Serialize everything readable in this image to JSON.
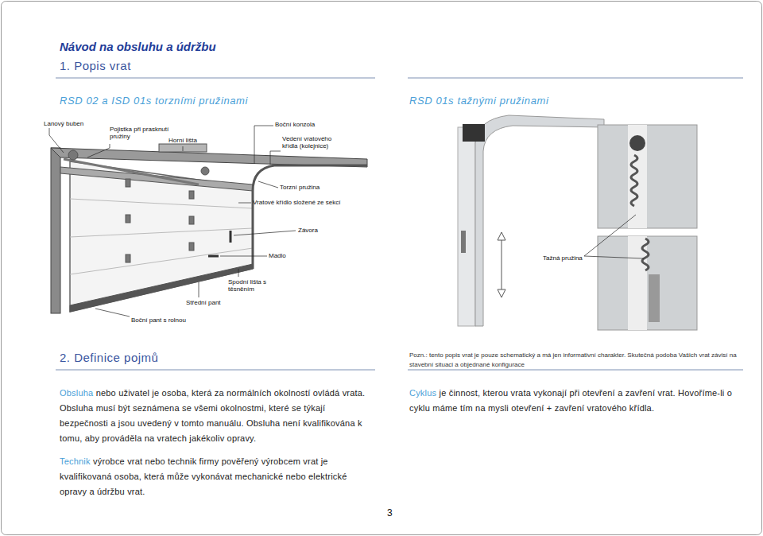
{
  "diagram": {
    "title": "Návod na obsluhu a údržbu",
    "labels": [
      "1. Popis vrat",
      "RSD 02 a ISD 01s torzními pružinami",
      "RSD 01s tažnými pružinami",
      "Lanový buben",
      "Pojistka při prasknutí pružiny",
      "Horní lišta",
      "Boční konzola",
      "Vedení vratového křídla (kolejnice)",
      "Torzní pružina",
      "Vratové křídlo složené ze sekcí",
      "Závora",
      "Madlo",
      "Spodní lišta s těsněním",
      "Střední pant",
      "Boční pant s rolnou",
      "Tažná pružina",
      "2. Definice pojmů",
      "Pozn.: tento popis vrat je pouze schematický a má jen informativní charakter. Skutečná podoba Vašich vrat závisí na stavební situaci a objednané konfigurace",
      "Obsluha",
      "nebo uživatel je osoba, která za normálních okolností ovládá vrata. Obsluha musí být seznámena se všemi okolnostmi, které se týkají bezpečnosti a jsou uvedený v tomto manuálu. Obsluha není kvalifikována k tomu, aby prováděla na vratech jakékoliv opravy.",
      "Technik",
      "výrobce vrat nebo technik firmy pověřený výrobcem vrat je kvalifikovaná osoba, která může vykonávat mechanické nebo elektrické opravy a údržbu vrat.",
      "Cyklus",
      "je činnost, kterou vrata vykonají při otevření a zavření vrat. Hovoříme-li o cyklu máme tím na mysli otevření + zavření vratového křídla.",
      "3"
    ]
  }
}
